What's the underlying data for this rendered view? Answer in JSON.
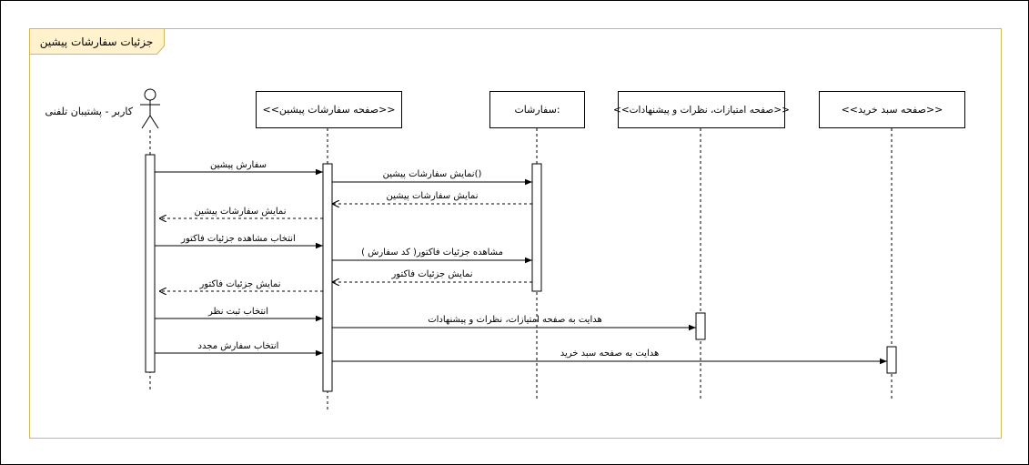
{
  "frame": {
    "title": "جزئیات سفارشات پیشین"
  },
  "actor": {
    "label": "کاربر - پشتیبان تلفنی"
  },
  "lifelines": [
    {
      "id": "prev-orders-page",
      "label": "<<صفحه سفارشات پیشین>>"
    },
    {
      "id": "orders",
      "label": "سفارشات:"
    },
    {
      "id": "ratings-page",
      "label": "<<صفحه امتیازات، نظرات و پیشنهادات>>"
    },
    {
      "id": "cart-page",
      "label": "<<صفحه سبد خرید>>"
    }
  ],
  "messages": [
    {
      "from": "actor",
      "to": "prev-orders-page",
      "type": "sync",
      "text": "سفارش پیشین"
    },
    {
      "from": "prev-orders-page",
      "to": "orders",
      "type": "sync",
      "text": "نمایش سفارشات پیشین()"
    },
    {
      "from": "orders",
      "to": "prev-orders-page",
      "type": "return",
      "text": "نمایش سفارشات پیشین"
    },
    {
      "from": "prev-orders-page",
      "to": "actor",
      "type": "return",
      "text": "نمایش سفارشات پیشین"
    },
    {
      "from": "actor",
      "to": "prev-orders-page",
      "type": "sync",
      "text": "انتخاب مشاهده جزئیات فاکتور"
    },
    {
      "from": "prev-orders-page",
      "to": "orders",
      "type": "sync",
      "text": "مشاهده جزئیات فاکتور( کد سفارش )"
    },
    {
      "from": "orders",
      "to": "prev-orders-page",
      "type": "return",
      "text": "نمایش جزئیات فاکتور"
    },
    {
      "from": "prev-orders-page",
      "to": "actor",
      "type": "return",
      "text": "نمایش جزئیات فاکتور"
    },
    {
      "from": "actor",
      "to": "prev-orders-page",
      "type": "sync",
      "text": "انتخاب ثبت نظر"
    },
    {
      "from": "prev-orders-page",
      "to": "ratings-page",
      "type": "sync",
      "text": "هدایت به صفحه امتیازات، نظرات و پیشنهادات"
    },
    {
      "from": "actor",
      "to": "prev-orders-page",
      "type": "sync",
      "text": "انتخاب سفارش مجدد"
    },
    {
      "from": "prev-orders-page",
      "to": "cart-page",
      "type": "sync",
      "text": "هدایت به صفحه سبد خرید"
    }
  ],
  "colors": {
    "frame_border": "#d6b656",
    "frame_title_bg": "#fff2cc",
    "line": "#000000",
    "box_fill": "#ffffff"
  }
}
